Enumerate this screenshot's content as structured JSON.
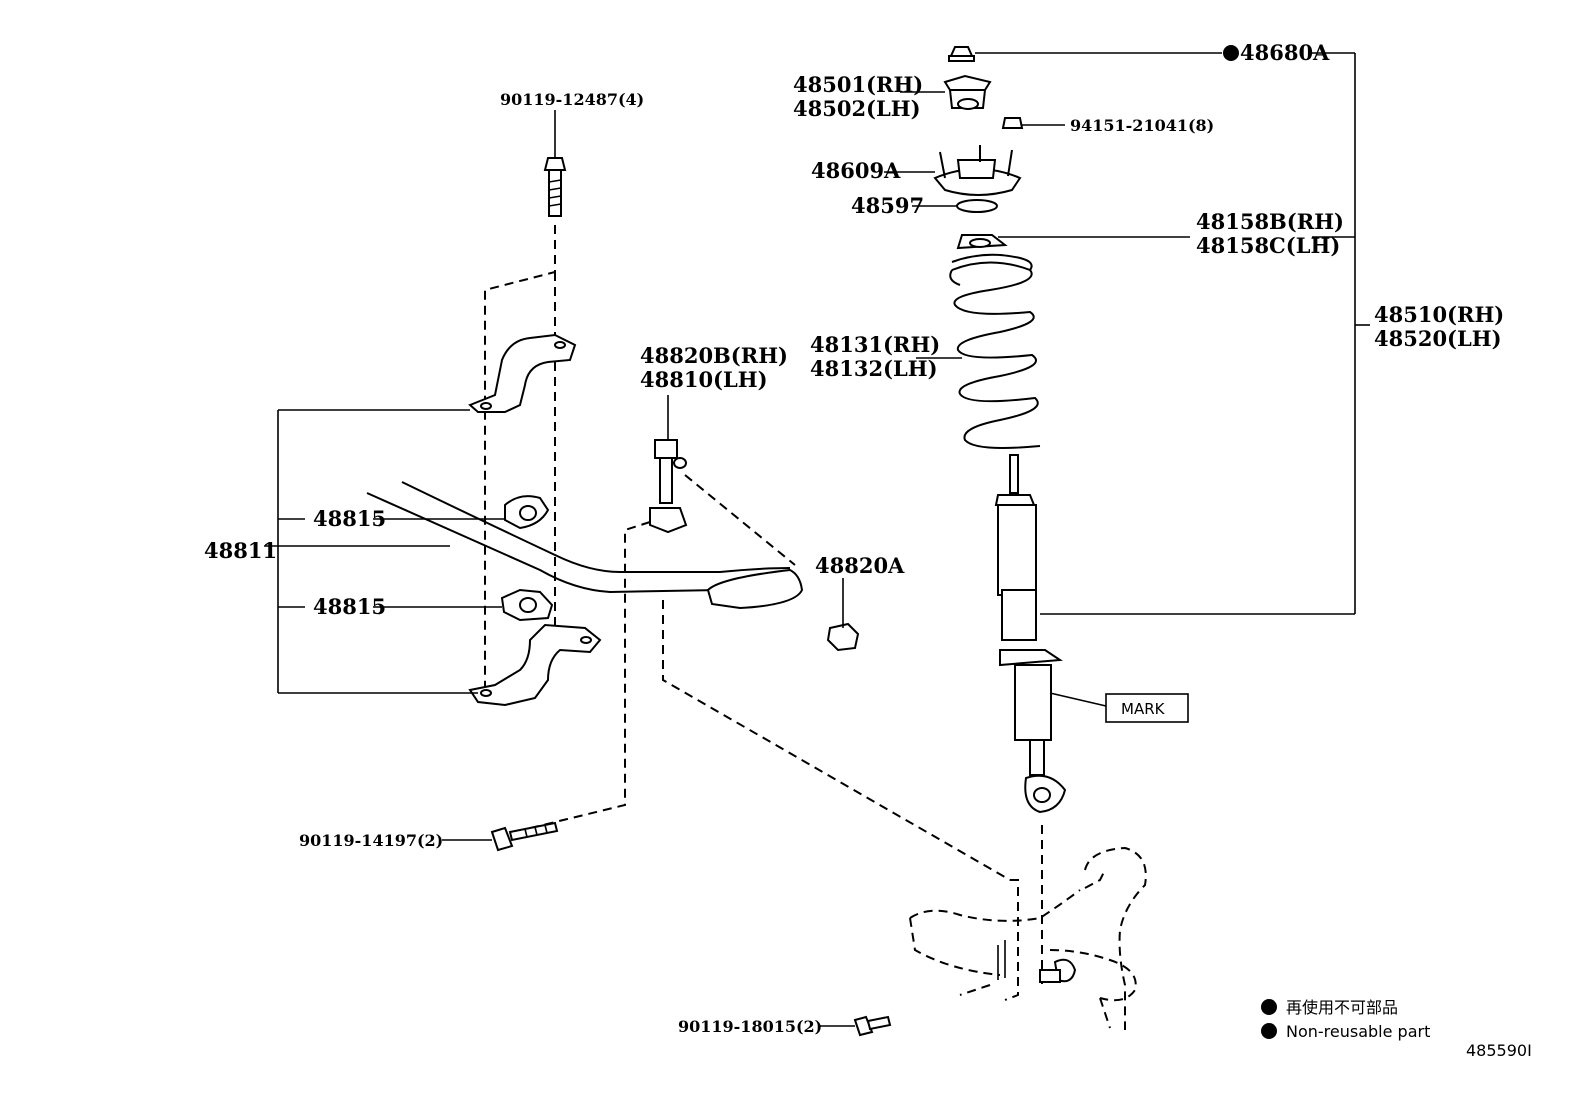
{
  "labels": {
    "p48680A": "48680A",
    "p48501": "48501(RH)",
    "p48502": "48502(LH)",
    "p94151": "94151-21041(8)",
    "p48609A": "48609A",
    "p48597": "48597",
    "p48158B": "48158B(RH)",
    "p48158C": "48158C(LH)",
    "p48510": "48510(RH)",
    "p48520": "48520(LH)",
    "p48131": "48131(RH)",
    "p48132": "48132(LH)",
    "p90119_12487": "90119-12487(4)",
    "p48820B": "48820B(RH)",
    "p48810": "48810(LH)",
    "p48815a": "48815",
    "p48815b": "48815",
    "p48811": "48811",
    "p48820A": "48820A",
    "mark": "MARK",
    "p90119_14197": "90119-14197(2)",
    "p90119_18015": "90119-18015(2)"
  },
  "legend": {
    "jp": "再使用不可部品",
    "en": "Non-reusable part"
  },
  "figure_id": "485590I"
}
